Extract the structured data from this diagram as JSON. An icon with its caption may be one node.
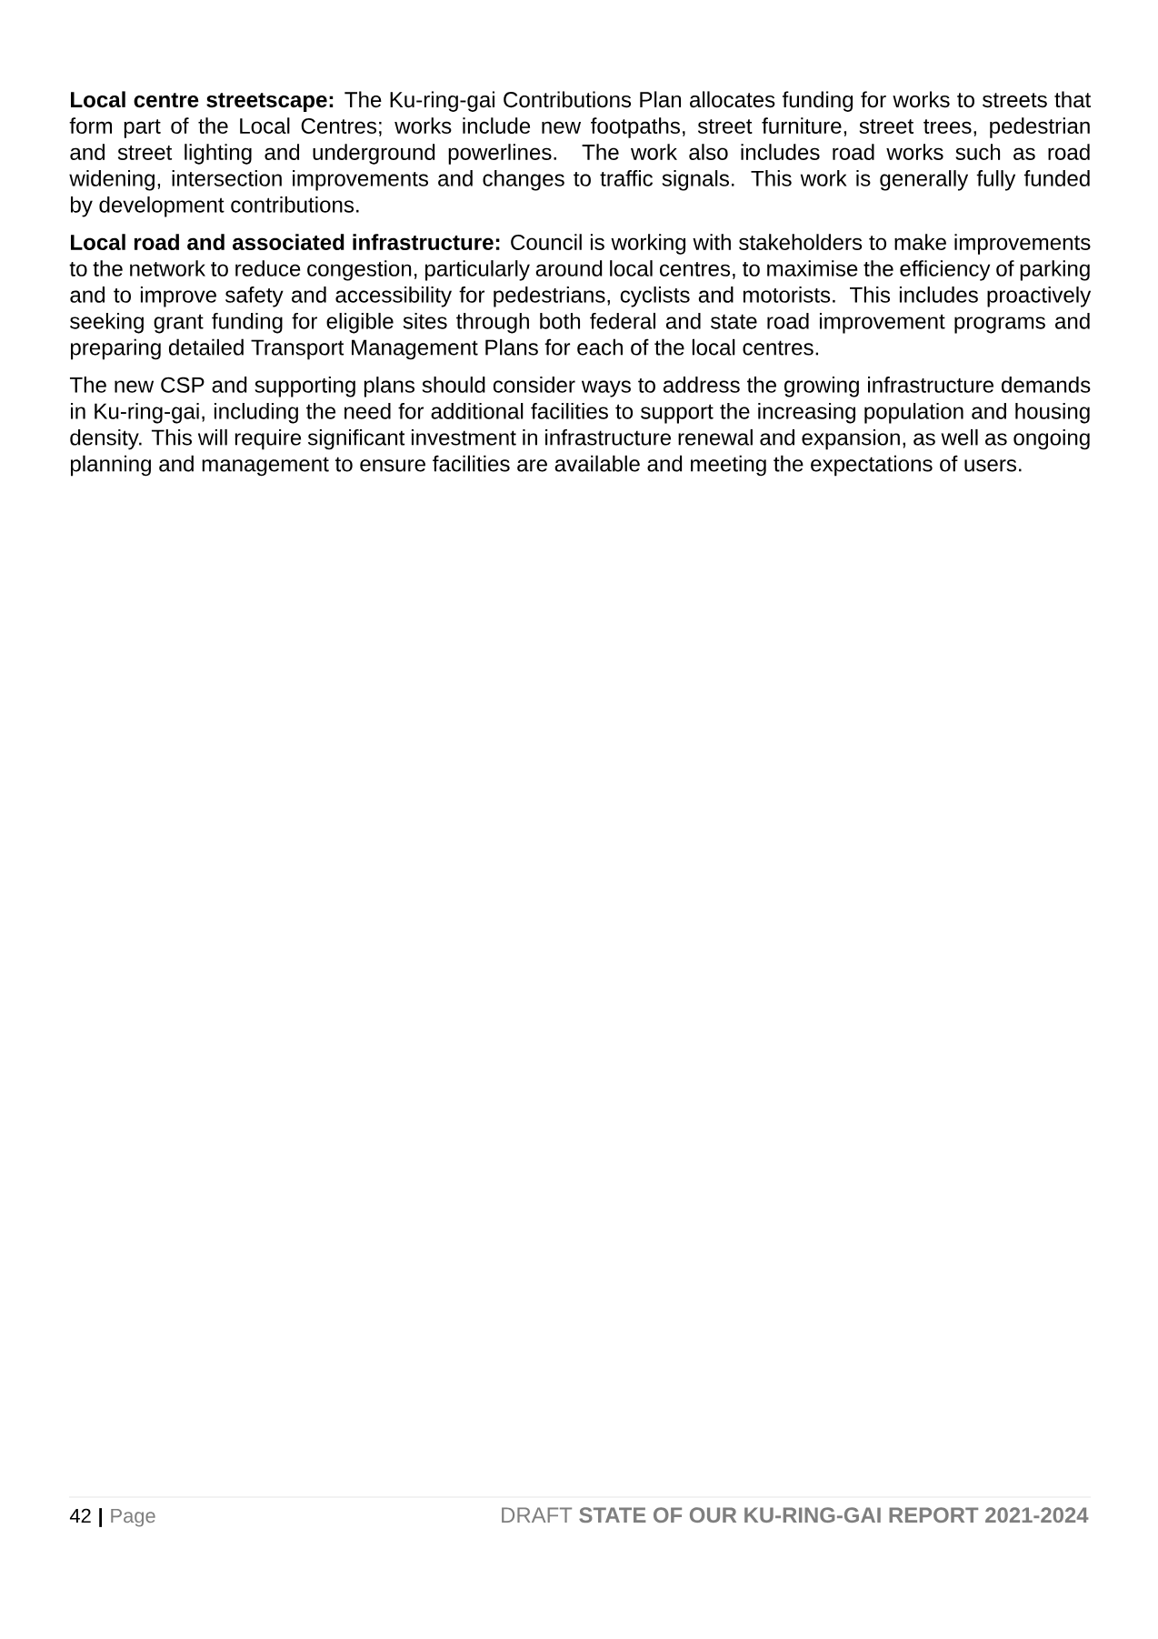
{
  "diagram": {
    "labels": [
      "**Local centre streetscape:** The Ku-ring-gai Contributions Plan allocates funding for works to streets that form part of the Local Centres; works include new footpaths, street furniture, street trees, pedestrian and street lighting and underground powerlines. The work also includes road works such as road widening, intersection improvements and changes to traffic signals. This work is generally fully funded by development contributions.",
      "**Local road and associated infrastructure:** Council is working with stakeholders to make improvements to the network to reduce congestion, particularly around local centres, to maximise the efficiency of parking and to improve safety and accessibility for pedestrians, cyclists and motorists. This includes proactively seeking grant funding for eligible sites through both federal and state road improvement programs and preparing detailed Transport Management Plans for each of the local centres.",
      "The new CSP and supporting plans should consider ways to address the growing infrastructure demands in Ku-ring-gai, including the need for additional facilities to support the increasing population and housing density. This will require significant investment in infrastructure renewal and expansion, as well as ongoing planning and management to ensure facilities are available and meeting the expectations of users.",
      "42",
      "|",
      "Page",
      "DRAFT **STATE OF OUR KU-RING-GAI REPORT 2021-2024**"
    ]
  }
}
